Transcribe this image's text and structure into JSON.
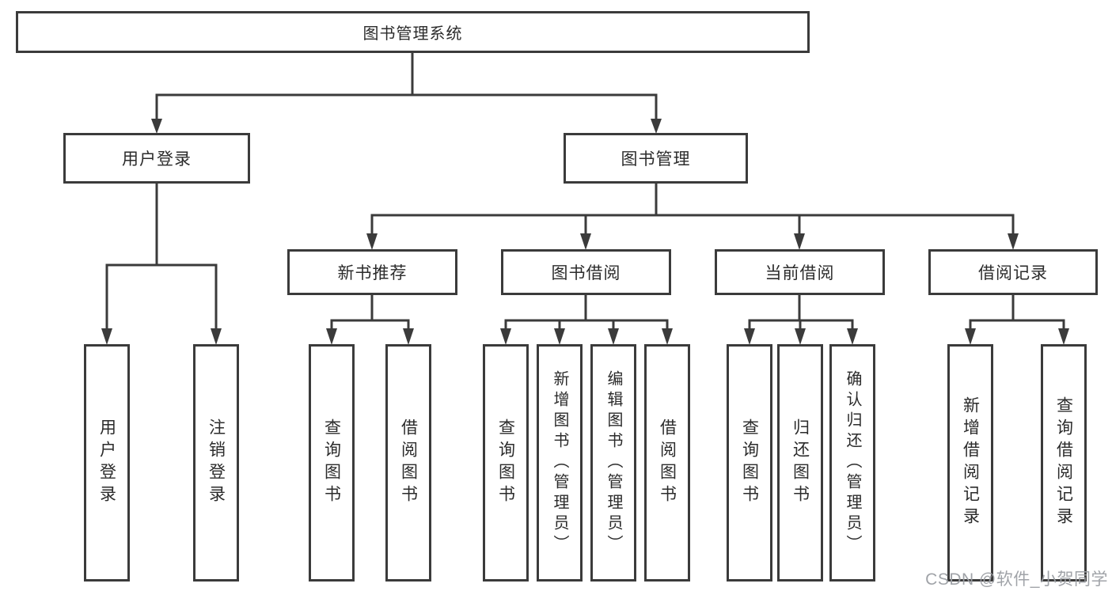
{
  "diagram": {
    "root": {
      "label": "图书管理系统"
    },
    "branches": [
      {
        "label": "用户登录",
        "children": [
          {
            "label": "用户登录"
          },
          {
            "label": "注销登录"
          }
        ]
      },
      {
        "label": "图书管理",
        "sections": [
          {
            "label": "新书推荐",
            "children": [
              {
                "label": "查询图书"
              },
              {
                "label": "借阅图书"
              }
            ]
          },
          {
            "label": "图书借阅",
            "children": [
              {
                "label": "查询图书"
              },
              {
                "label": "新增图书（管理员）"
              },
              {
                "label": "编辑图书（管理员）"
              },
              {
                "label": "借阅图书"
              }
            ]
          },
          {
            "label": "当前借阅",
            "children": [
              {
                "label": "查询图书"
              },
              {
                "label": "归还图书"
              },
              {
                "label": "确认归还（管理员）"
              }
            ]
          },
          {
            "label": "借阅记录",
            "children": [
              {
                "label": "新增借阅记录"
              },
              {
                "label": "查询借阅记录"
              }
            ]
          }
        ]
      }
    ]
  },
  "colors": {
    "line": "#3b3b3b",
    "text": "#2b2b2b",
    "background": "#ffffff",
    "watermark": "#9b9ea3"
  },
  "watermark": {
    "text": "CSDN @软件_小贺同学"
  }
}
